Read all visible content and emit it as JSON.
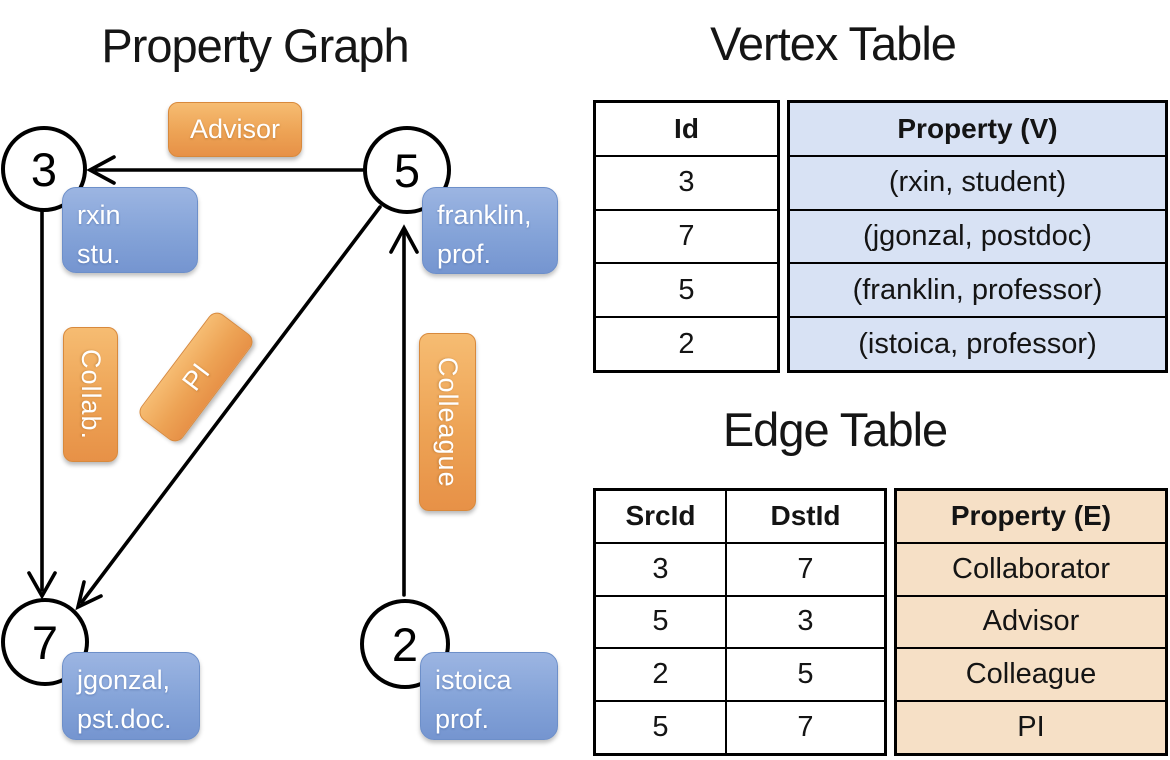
{
  "graph": {
    "title": "Property Graph",
    "vertices": {
      "v3": {
        "id": "3",
        "prop_line1": "rxin",
        "prop_line2": "stu."
      },
      "v5": {
        "id": "5",
        "prop_line1": "franklin,",
        "prop_line2": "prof."
      },
      "v7": {
        "id": "7",
        "prop_line1": "jgonzal,",
        "prop_line2": "pst.doc."
      },
      "v2": {
        "id": "2",
        "prop_line1": "istoica",
        "prop_line2": "prof."
      }
    },
    "edge_labels": {
      "advisor": "Advisor",
      "collab": "Collab.",
      "pi": "PI",
      "colleague": "Colleague"
    }
  },
  "vertex_table": {
    "title": "Vertex Table",
    "columns": {
      "id": "Id",
      "property": "Property (V)"
    },
    "rows": [
      {
        "id": "3",
        "property": "(rxin, student)"
      },
      {
        "id": "7",
        "property": "(jgonzal, postdoc)"
      },
      {
        "id": "5",
        "property": "(franklin, professor)"
      },
      {
        "id": "2",
        "property": "(istoica, professor)"
      }
    ]
  },
  "edge_table": {
    "title": "Edge Table",
    "columns": {
      "src": "SrcId",
      "dst": "DstId",
      "property": "Property (E)"
    },
    "rows": [
      {
        "src": "3",
        "dst": "7",
        "property": "Collaborator"
      },
      {
        "src": "5",
        "dst": "3",
        "property": "Advisor"
      },
      {
        "src": "2",
        "dst": "5",
        "property": "Colleague"
      },
      {
        "src": "5",
        "dst": "7",
        "property": "PI"
      }
    ]
  },
  "colors": {
    "edge_label_box": "#EDA355",
    "vertex_prop_box": "#84A3D8",
    "vertex_table_cell_bg": "#D8E2F4",
    "edge_table_cell_bg": "#F6E0C6",
    "line": "#000000"
  }
}
